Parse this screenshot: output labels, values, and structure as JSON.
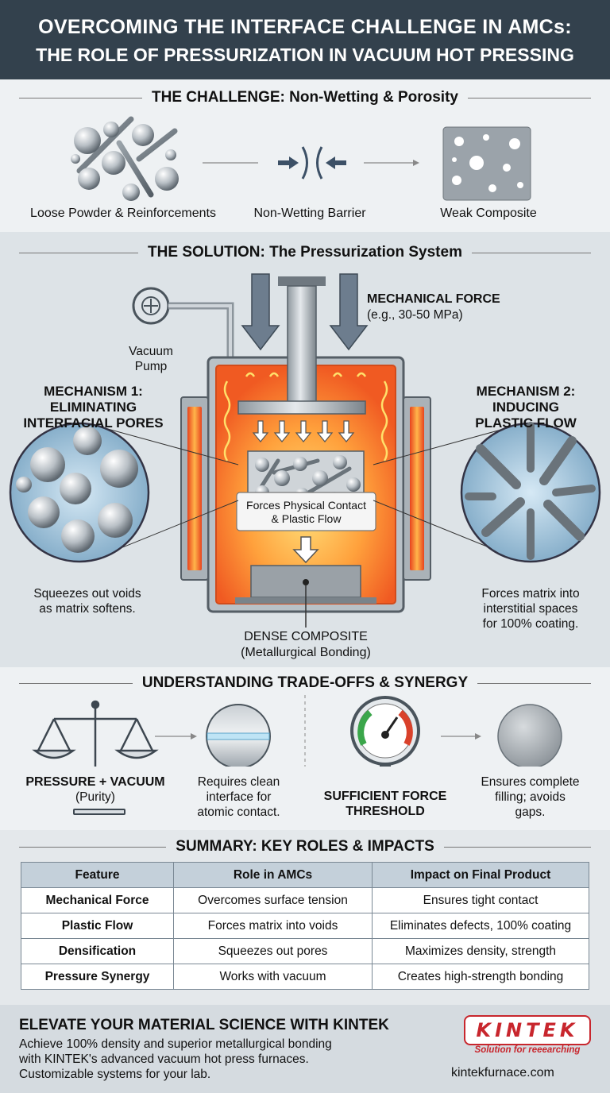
{
  "header": {
    "title_line1": "OVERCOMING THE INTERFACE CHALLENGE IN AMCs:",
    "title_line2": "THE ROLE OF PRESSURIZATION IN VACUUM HOT PRESSING"
  },
  "challenge": {
    "title": "THE CHALLENGE: Non-Wetting & Porosity",
    "captions": [
      "Loose Powder & Reinforcements",
      "Non-Wetting Barrier",
      "Weak Composite"
    ]
  },
  "solution": {
    "title": "THE SOLUTION: The Pressurization System",
    "pump_label_1": "Vacuum",
    "pump_label_2": "Pump",
    "force_label": "MECHANICAL FORCE",
    "force_sub": "(e.g., 30-50 MPa)",
    "mech1_title_1": "MECHANISM 1:",
    "mech1_title_2": "ELIMINATING",
    "mech1_title_3": "INTERFACIAL PORES",
    "mech1_cap_1": "Squeezes out voids",
    "mech1_cap_2": "as matrix softens.",
    "mech2_title_1": "MECHANISM 2:",
    "mech2_title_2": "INDUCING",
    "mech2_title_3": "PLASTIC FLOW",
    "mech2_cap_1": "Forces matrix into",
    "mech2_cap_2": "interstitial spaces",
    "mech2_cap_3": "for 100% coating.",
    "center_box_1": "Forces Physical Contact",
    "center_box_2": "& Plastic Flow",
    "dense_1": "DENSE COMPOSITE",
    "dense_2": "(Metallurgical Bonding)"
  },
  "tradeoffs": {
    "title": "UNDERSTANDING TRADE-OFFS & SYNERGY",
    "left_label_1": "PRESSURE + VACUUM",
    "left_label_2": "(Purity)",
    "left_desc_1": "Requires clean",
    "left_desc_2": "interface for",
    "left_desc_3": "atomic contact.",
    "right_label_1": "SUFFICIENT FORCE",
    "right_label_2": "THRESHOLD",
    "right_desc_1": "Ensures complete",
    "right_desc_2": "filling; avoids",
    "right_desc_3": "gaps."
  },
  "summary": {
    "title": "SUMMARY: KEY ROLES & IMPACTS",
    "headers": [
      "Feature",
      "Role in AMCs",
      "Impact on Final Product"
    ],
    "rows": [
      [
        "Mechanical Force",
        "Overcomes surface tension",
        "Ensures tight contact"
      ],
      [
        "Plastic Flow",
        "Forces matrix into voids",
        "Eliminates defects, 100% coating"
      ],
      [
        "Densification",
        "Squeezes out pores",
        "Maximizes density, strength"
      ],
      [
        "Pressure Synergy",
        "Works with vacuum",
        "Creates high-strength bonding"
      ]
    ]
  },
  "footer": {
    "title": "ELEVATE YOUR MATERIAL SCIENCE WITH KINTEK",
    "body_1": "Achieve 100% density and superior metallurgical bonding",
    "body_2": "with KINTEK's advanced vacuum hot press furnaces.",
    "body_3": "Customizable systems for your lab.",
    "logo": "KINTEK",
    "tagline": "Solution for reeearching",
    "url": "kintekfurnace.com"
  },
  "colors": {
    "header_bg": "#33414d",
    "furnace_orange": "#f2682a",
    "furnace_yellow": "#ffd34d",
    "brand_red": "#c8262d",
    "gauge_green": "#3aa64a",
    "gauge_red": "#d9412b"
  }
}
